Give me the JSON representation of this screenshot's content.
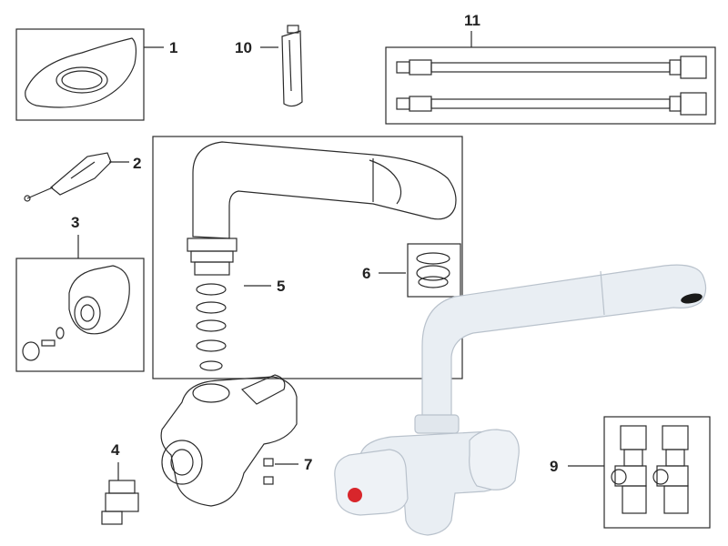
{
  "diagram": {
    "callouts": [
      {
        "id": "part-1",
        "label": "1"
      },
      {
        "id": "part-2",
        "label": "2"
      },
      {
        "id": "part-3",
        "label": "3"
      },
      {
        "id": "part-4",
        "label": "4"
      },
      {
        "id": "part-5",
        "label": "5"
      },
      {
        "id": "part-6",
        "label": "6"
      },
      {
        "id": "part-7",
        "label": "7"
      },
      {
        "id": "part-9",
        "label": "9"
      },
      {
        "id": "part-10",
        "label": "10"
      },
      {
        "id": "part-11",
        "label": "11"
      }
    ],
    "colors": {
      "line": "#2b2b2b",
      "tap_body": "#e9eef3",
      "hot_indicator": "#d8262b",
      "nozzle_tip": "#1a1a1a"
    }
  }
}
